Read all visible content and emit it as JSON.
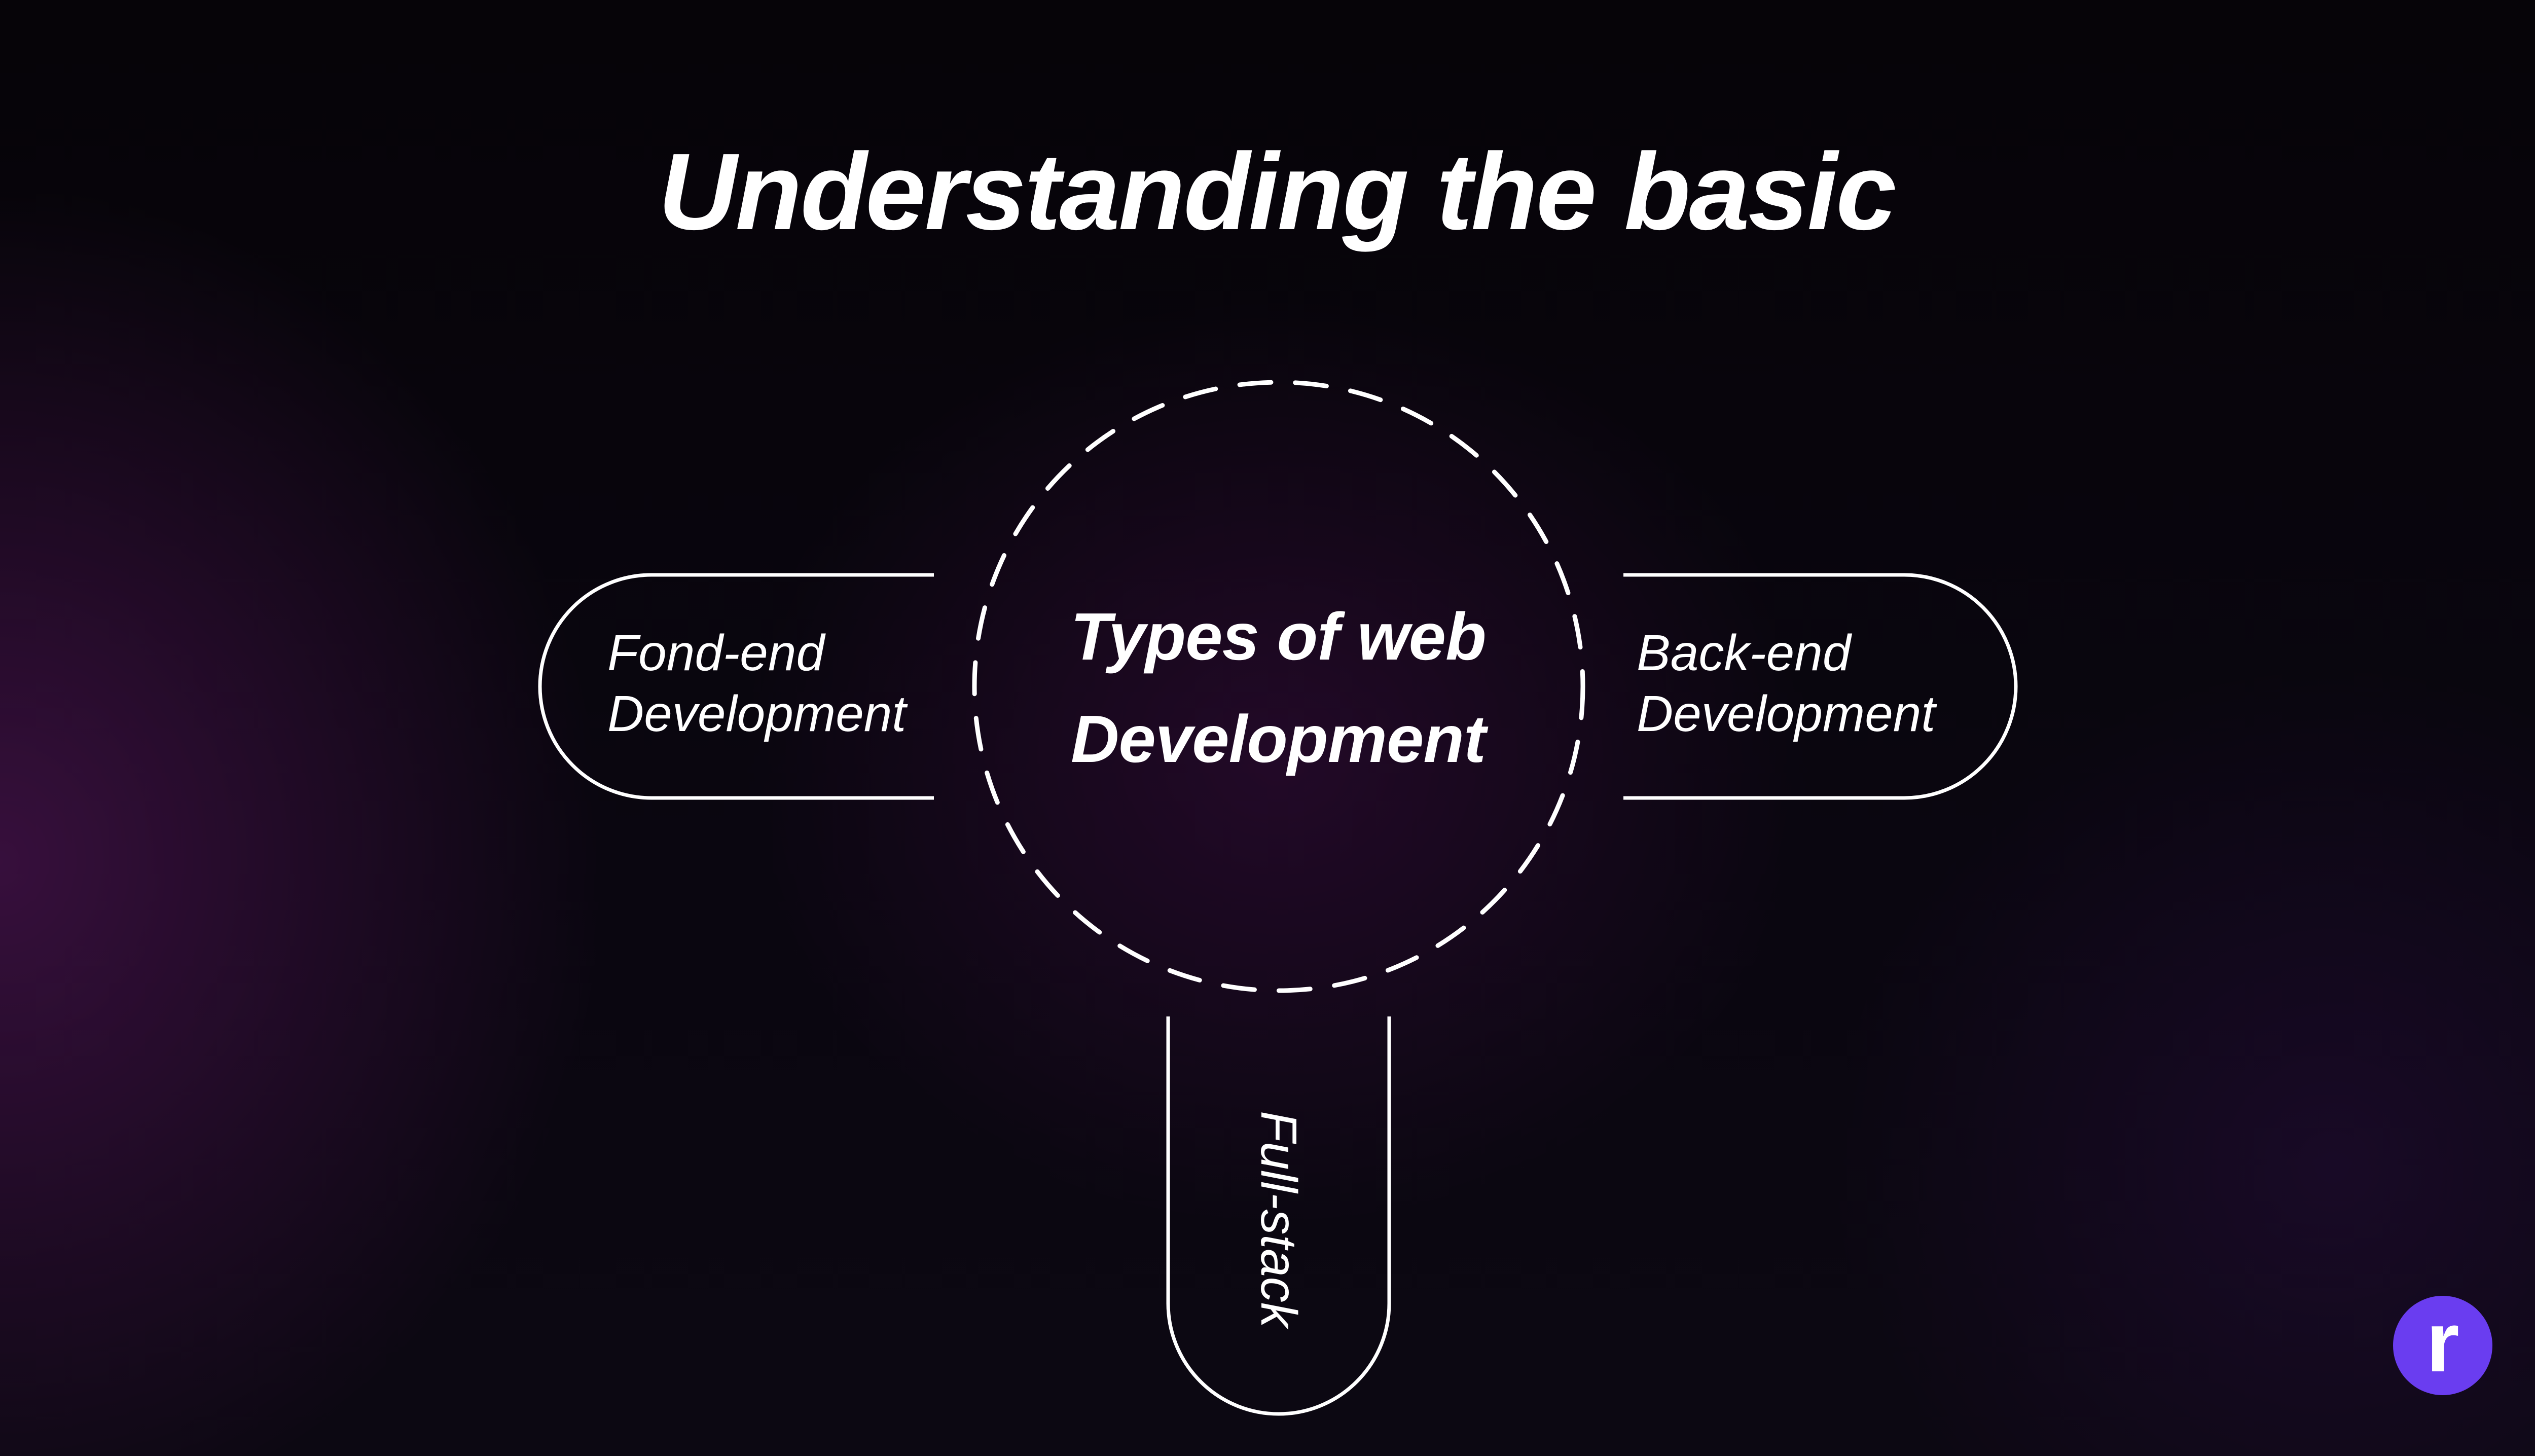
{
  "title": "Understanding the basic",
  "center": {
    "line1": "Types of web",
    "line2": "Development"
  },
  "left_branch": {
    "line1": "Fond-end",
    "line2": "Development"
  },
  "right_branch": {
    "line1": "Back-end",
    "line2": "Development"
  },
  "bottom_branch": {
    "label": "Full-stack"
  },
  "logo": {
    "letter": "r",
    "icon": "brand-logo-icon",
    "color": "#6a3df0"
  },
  "colors": {
    "background": "#050307",
    "glow": "#46124b",
    "stroke": "#ffffff",
    "text": "#ffffff"
  }
}
